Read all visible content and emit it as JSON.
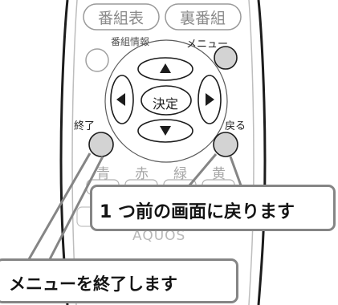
{
  "remote": {
    "top_buttons": {
      "program_guide": "番組表",
      "back_program": "裏番組"
    },
    "program_info_label": "番組情報",
    "menu_label": "メニュー",
    "dpad": {
      "center_label": "決定",
      "up_icon": "triangle-up",
      "down_icon": "triangle-down",
      "left_icon": "triangle-left",
      "right_icon": "triangle-right"
    },
    "exit_label": "終了",
    "back_label": "戻る",
    "color_labels": {
      "blue": "青",
      "red": "赤",
      "green": "緑",
      "yellow": "黄"
    },
    "brand": "AQUOS"
  },
  "callouts": {
    "back": "1 つ前の画面に戻ります",
    "exit": "メニューを終了します"
  },
  "colors": {
    "highlight_button_fill": "#d3d3d3",
    "line": "#1c1c1c",
    "callout_border": "#858585"
  }
}
